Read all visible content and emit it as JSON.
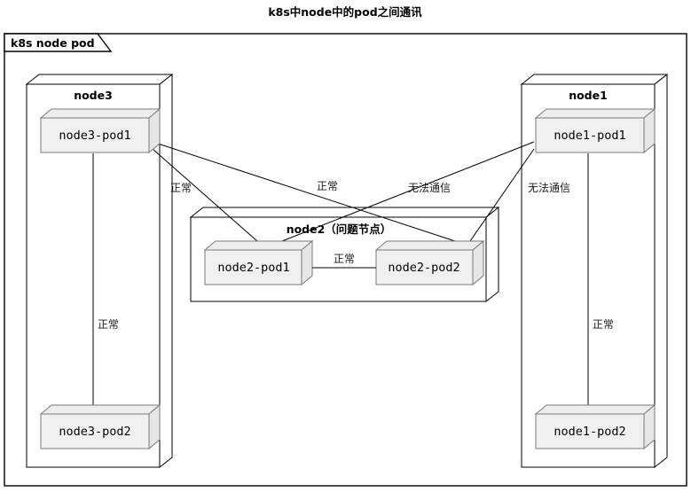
{
  "title": "k8s中node中的pod之间通讯",
  "frame": {
    "label": "k8s node pod"
  },
  "nodes": [
    {
      "id": "node3",
      "title": "node3",
      "pods": [
        {
          "id": "node3-pod1",
          "label": "node3-pod1"
        },
        {
          "id": "node3-pod2",
          "label": "node3-pod2"
        }
      ],
      "internal_edge_label": "正常"
    },
    {
      "id": "node2",
      "title": "node2（问题节点）",
      "pods": [
        {
          "id": "node2-pod1",
          "label": "node2-pod1"
        },
        {
          "id": "node2-pod2",
          "label": "node2-pod2"
        }
      ],
      "internal_edge_label": "正常"
    },
    {
      "id": "node1",
      "title": "node1",
      "pods": [
        {
          "id": "node1-pod1",
          "label": "node1-pod1"
        },
        {
          "id": "node1-pod2",
          "label": "node1-pod2"
        }
      ],
      "internal_edge_label": "正常"
    }
  ],
  "edges": [
    {
      "id": "node3pod1-node2pod1",
      "from": "node3-pod1",
      "to": "node2-pod1",
      "label": "正常"
    },
    {
      "id": "node3pod1-node2pod2",
      "from": "node3-pod1",
      "to": "node2-pod2",
      "label": "无法通信"
    },
    {
      "id": "node1pod1-node2pod2",
      "from": "node1-pod1",
      "to": "node2-pod2",
      "label": "无法通信"
    },
    {
      "id": "node1pod1-node2pod1",
      "from": "node1-pod1",
      "to": "node2-pod1",
      "label": "正常"
    },
    {
      "id": "node3pod1-node3pod2",
      "from": "node3-pod1",
      "to": "node3-pod2",
      "label": "正常"
    },
    {
      "id": "node1pod1-node1pod2",
      "from": "node1-pod1",
      "to": "node1-pod2",
      "label": "正常"
    },
    {
      "id": "node2pod1-node2pod2",
      "from": "node2-pod1",
      "to": "node2-pod2",
      "label": "正常"
    }
  ],
  "edge_labels": {
    "left_diag": "正常",
    "mid_diag": "正常",
    "right_of_mid_diag": "无法通信",
    "far_right_diag": "无法通信",
    "node3_vertical": "正常",
    "node1_vertical": "正常",
    "node2_horizontal": "正常"
  },
  "colors": {
    "background": "#ffffff",
    "line": "#000000",
    "pod_fill": "#f0f0f0",
    "pod_stroke": "#7a7a7a",
    "node_fill": "#ffffff"
  }
}
